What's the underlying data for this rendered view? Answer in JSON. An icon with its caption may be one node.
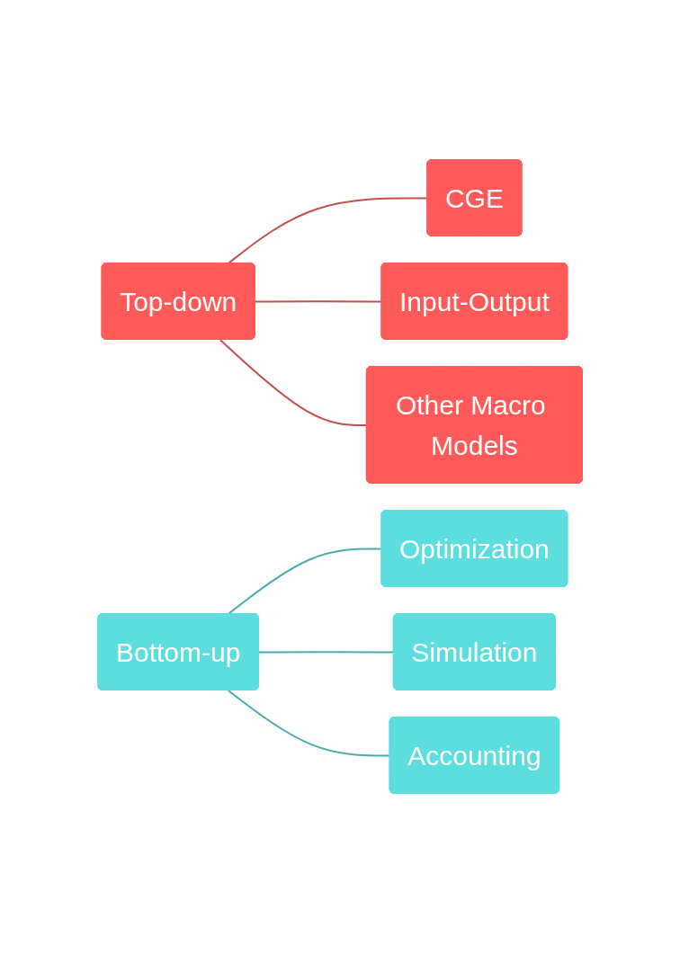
{
  "diagram": {
    "nodes": [
      {
        "text": [
          "Top-down"
        ]
      },
      {
        "text": [
          "CGE"
        ]
      },
      {
        "text": [
          "Input-Output"
        ]
      },
      {
        "text": [
          "Other Macro Models"
        ]
      },
      {
        "text": [
          "Bottom-up"
        ]
      },
      {
        "text": [
          "Optimization"
        ]
      },
      {
        "text": [
          "Simulation"
        ]
      },
      {
        "text": [
          "Accounting"
        ]
      }
    ],
    "edges": [
      {
        "from": 0,
        "to": 1,
        "arrow": "none",
        "color": "#c0504d"
      },
      {
        "from": 0,
        "to": 2,
        "arrow": "none",
        "color": "#c0504d"
      },
      {
        "from": 0,
        "to": 3,
        "arrow": "none",
        "color": "#c0504d"
      },
      {
        "from": 4,
        "to": 5,
        "arrow": "none",
        "color": "#4bacac"
      },
      {
        "from": 4,
        "to": 6,
        "arrow": "none",
        "color": "#4bacac"
      },
      {
        "from": 4,
        "to": 7,
        "arrow": "none",
        "color": "#4bacac"
      }
    ]
  }
}
